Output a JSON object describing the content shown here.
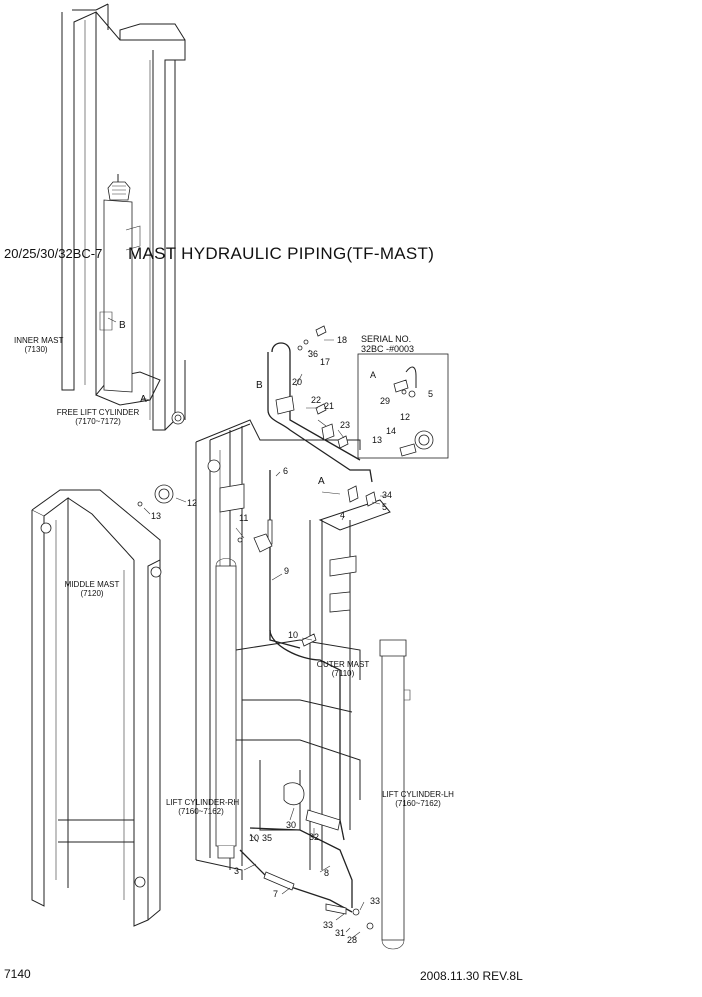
{
  "header": {
    "model": "20/25/30/32BC-7",
    "title": "MAST HYDRAULIC PIPING(TF-MAST)"
  },
  "footer": {
    "page_number": "7140",
    "revision": "2008.11.30  REV.8L"
  },
  "serial_box": {
    "title": "SERIAL NO.",
    "range": "32BC  -#0003",
    "callouts": [
      "A",
      "29",
      "5",
      "12",
      "14",
      "13"
    ]
  },
  "components": {
    "inner_mast": {
      "name": "INNER MAST",
      "code": "(7130)"
    },
    "free_lift_cylinder": {
      "name": "FREE LIFT CYLINDER",
      "code": "(7170~7172)"
    },
    "middle_mast": {
      "name": "MIDDLE MAST",
      "code": "(7120)"
    },
    "outer_mast": {
      "name": "OUTER MAST",
      "code": "(7110)"
    },
    "lift_cylinder_rh": {
      "name": "LIFT CYLINDER-RH",
      "code": "(7160~7162)"
    },
    "lift_cylinder_lh": {
      "name": "LIFT CYLINDER-LH",
      "code": "(7160~7162)"
    }
  },
  "detail_markers": {
    "a": "A",
    "b": "B"
  },
  "callouts": {
    "n18": "18",
    "n36": "36",
    "n17": "17",
    "n20": "20",
    "n22": "22",
    "n21": "21",
    "n23": "23",
    "n6": "6",
    "n34": "34",
    "n5": "5",
    "n4": "4",
    "n11": "11",
    "n9": "9",
    "n10a": "10",
    "n13": "13",
    "n12": "12",
    "n10b": "10",
    "n35": "35",
    "n30": "30",
    "n32": "32",
    "n3": "3",
    "n7": "7",
    "n8": "8",
    "n33a": "33",
    "n33b": "33",
    "n31": "31",
    "n28": "28"
  }
}
